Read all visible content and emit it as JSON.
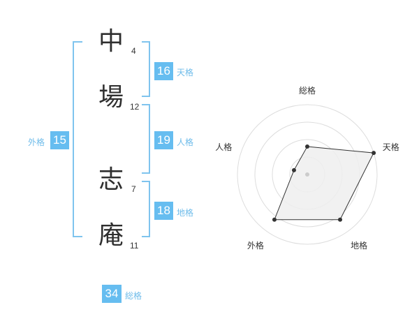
{
  "name_chars": [
    {
      "char": "中",
      "strokes": "4"
    },
    {
      "char": "場",
      "strokes": "12"
    },
    {
      "char": "志",
      "strokes": "7"
    },
    {
      "char": "庵",
      "strokes": "11"
    }
  ],
  "kaku": {
    "tenkaku": {
      "value": "16",
      "label": "天格"
    },
    "jinkaku": {
      "value": "19",
      "label": "人格"
    },
    "chikaku": {
      "value": "18",
      "label": "地格"
    },
    "gaikaku": {
      "value": "15",
      "label": "外格"
    },
    "soukaku": {
      "value": "34",
      "label": "総格"
    }
  },
  "colors": {
    "accent": "#66bdf0",
    "bracket": "#7fc4ee",
    "fill": "#efefef"
  },
  "chart_data": {
    "type": "radar",
    "axes": [
      "総格",
      "天格",
      "地格",
      "外格",
      "人格"
    ],
    "series": [
      {
        "values": [
          2,
          5,
          4,
          4,
          1
        ]
      }
    ],
    "range": [
      0,
      5
    ],
    "rings": 4
  }
}
